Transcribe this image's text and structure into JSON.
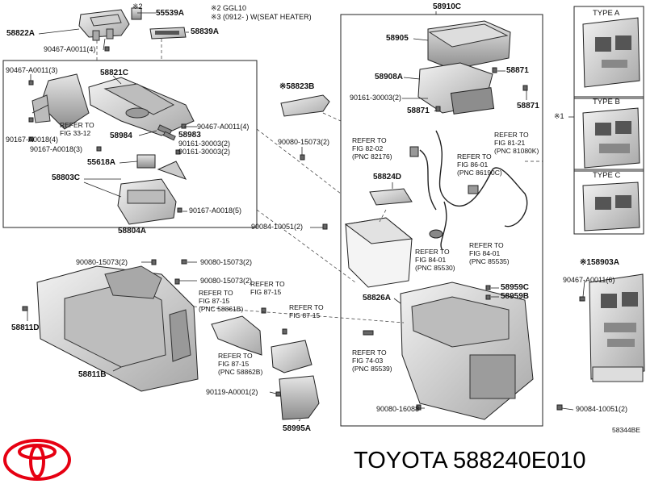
{
  "brand": {
    "title": "TOYOTA 588240E010"
  },
  "diagram_code": "58344BE",
  "notes": {
    "n2": "※2 GGL10",
    "n3": "※3 (0912-     ) W(SEAT HEATER)",
    "n2_short": "※2",
    "n1": "※1"
  },
  "types": [
    {
      "label": "TYPE A"
    },
    {
      "label": "TYPE B"
    },
    {
      "label": "TYPE C"
    }
  ],
  "parts": {
    "p58822A": "58822A",
    "p90467_a0011_4_top": "90467-A0011(4)",
    "p55539A": "55539A",
    "p58839A": "58839A",
    "p90467_a0011_3": "90467-A0011(3)",
    "p58821C": "58821C",
    "p90167_a0018_4": "90167-A0018(4)",
    "p90167_a0018_3": "90167-A0018(3)",
    "p90467_a0011_4_mid": "90467-A0011(4)",
    "p58984": "58984",
    "p58983": "58983",
    "p90161_30003_2a": "90161-30003(2)",
    "p90161_30003_2b": "90161-30003(2)",
    "p55618A": "55618A",
    "p58803C": "58803C",
    "p90167_a0018_5": "90167-A0018(5)",
    "p58804A": "58804A",
    "p58823B": "※58823B",
    "p90080_15073_2_mid": "90080-15073(2)",
    "p90084_10051_2_mid": "90084-10051(2)",
    "p90080_15073_2_a": "90080-15073(2)",
    "p90080_15073_2_b": "90080-15073(2)",
    "p90080_15073_2_c": "90080-15073(2)",
    "p58811D": "58811D",
    "p58811B": "58811B",
    "p90119_a0001_2": "90119-A0001(2)",
    "p58995A": "58995A",
    "p58910C": "58910C",
    "p58905": "58905",
    "p58908A": "58908A",
    "p58871_a": "58871",
    "p58871_b": "58871",
    "p58871_c": "58871",
    "p90161_30003_2_right": "90161-30003(2)",
    "p58824D": "58824D",
    "p58826A": "58826A",
    "p58959C": "58959C",
    "p58959B": "58959B",
    "p90080_16088": "90080-16088",
    "p158903A": "※158903A",
    "p90467_a0011_6": "90467-A0011(6)",
    "p90084_10051_2_right": "90084-10051(2)"
  },
  "refs": {
    "r_fig33": "REFER TO\nFIG 33-12",
    "r_fig82": "REFER TO\nFIG 82-02\n(PNC 82176)",
    "r_fig81": "REFER TO\nFIG 81-21\n(PNC 81080K)",
    "r_fig86": "REFER TO\nFIG 86-01\n(PNC 86190C)",
    "r_fig84a": "REFER TO\nFIG 84-01\n(PNC 85530)",
    "r_fig84b": "REFER TO\nFIG 84-01\n(PNC 85535)",
    "r_fig87a": "REFER TO\nFIG 87-15\n(PNC 58861B)",
    "r_fig87b": "REFER TO\nFIG 87-15",
    "r_fig87c": "REFER TO\nFIG 87-15",
    "r_fig87d": "REFER TO\nFIG 87-15\n(PNC 58862B)",
    "r_fig74": "REFER TO\nFIG 74-03\n(PNC 85539)"
  },
  "colors": {
    "line": "#222222",
    "logo_red": "#e60012",
    "part_fill": "#d8d8d8",
    "part_dark": "#9a9a9a"
  }
}
